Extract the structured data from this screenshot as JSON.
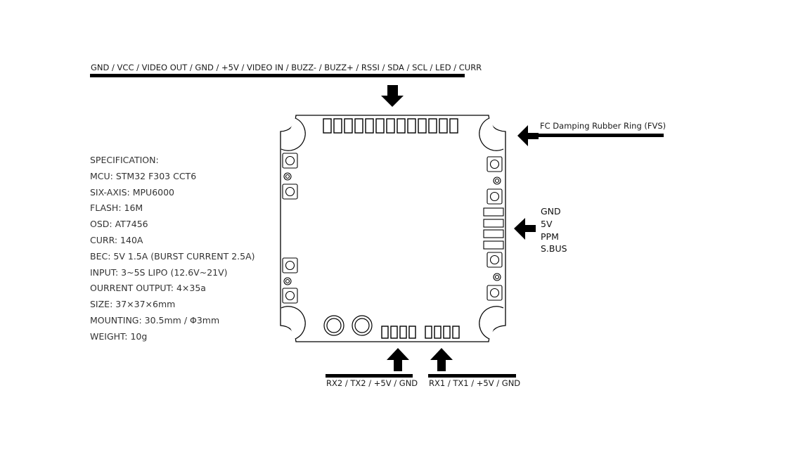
{
  "labels": {
    "top_header": "GND / VCC / VIDEO OUT / GND / +5V / VIDEO IN / BUZZ- / BUZZ+ / RSSI / SDA / SCL / LED / CURR",
    "damping": "FC Damping Rubber Ring (FVS)",
    "uart2": "RX2 / TX2 / +5V / GND",
    "uart1": "RX1 / TX1 / +5V / GND"
  },
  "spec_lines": [
    "SPECIFICATION:",
    "MCU: STM32 F303 CCT6",
    "SIX-AXIS: MPU6000",
    "FLASH: 16M",
    "OSD: AT7456",
    "CURR: 140A",
    "BEC: 5V 1.5A (BURST CURRENT 2.5A)",
    "INPUT: 3~5S LIPO (12.6V~21V)",
    "OURRENT OUTPUT: 4×35a",
    "SIZE: 37×37×6mm",
    "MOUNTING: 30.5mm / Φ3mm",
    "WEIGHT: 10g"
  ],
  "rx_pins": [
    "GND",
    "5V",
    "PPM",
    "S.BUS"
  ],
  "colors": {
    "line": "#000000",
    "text": "#222222"
  }
}
